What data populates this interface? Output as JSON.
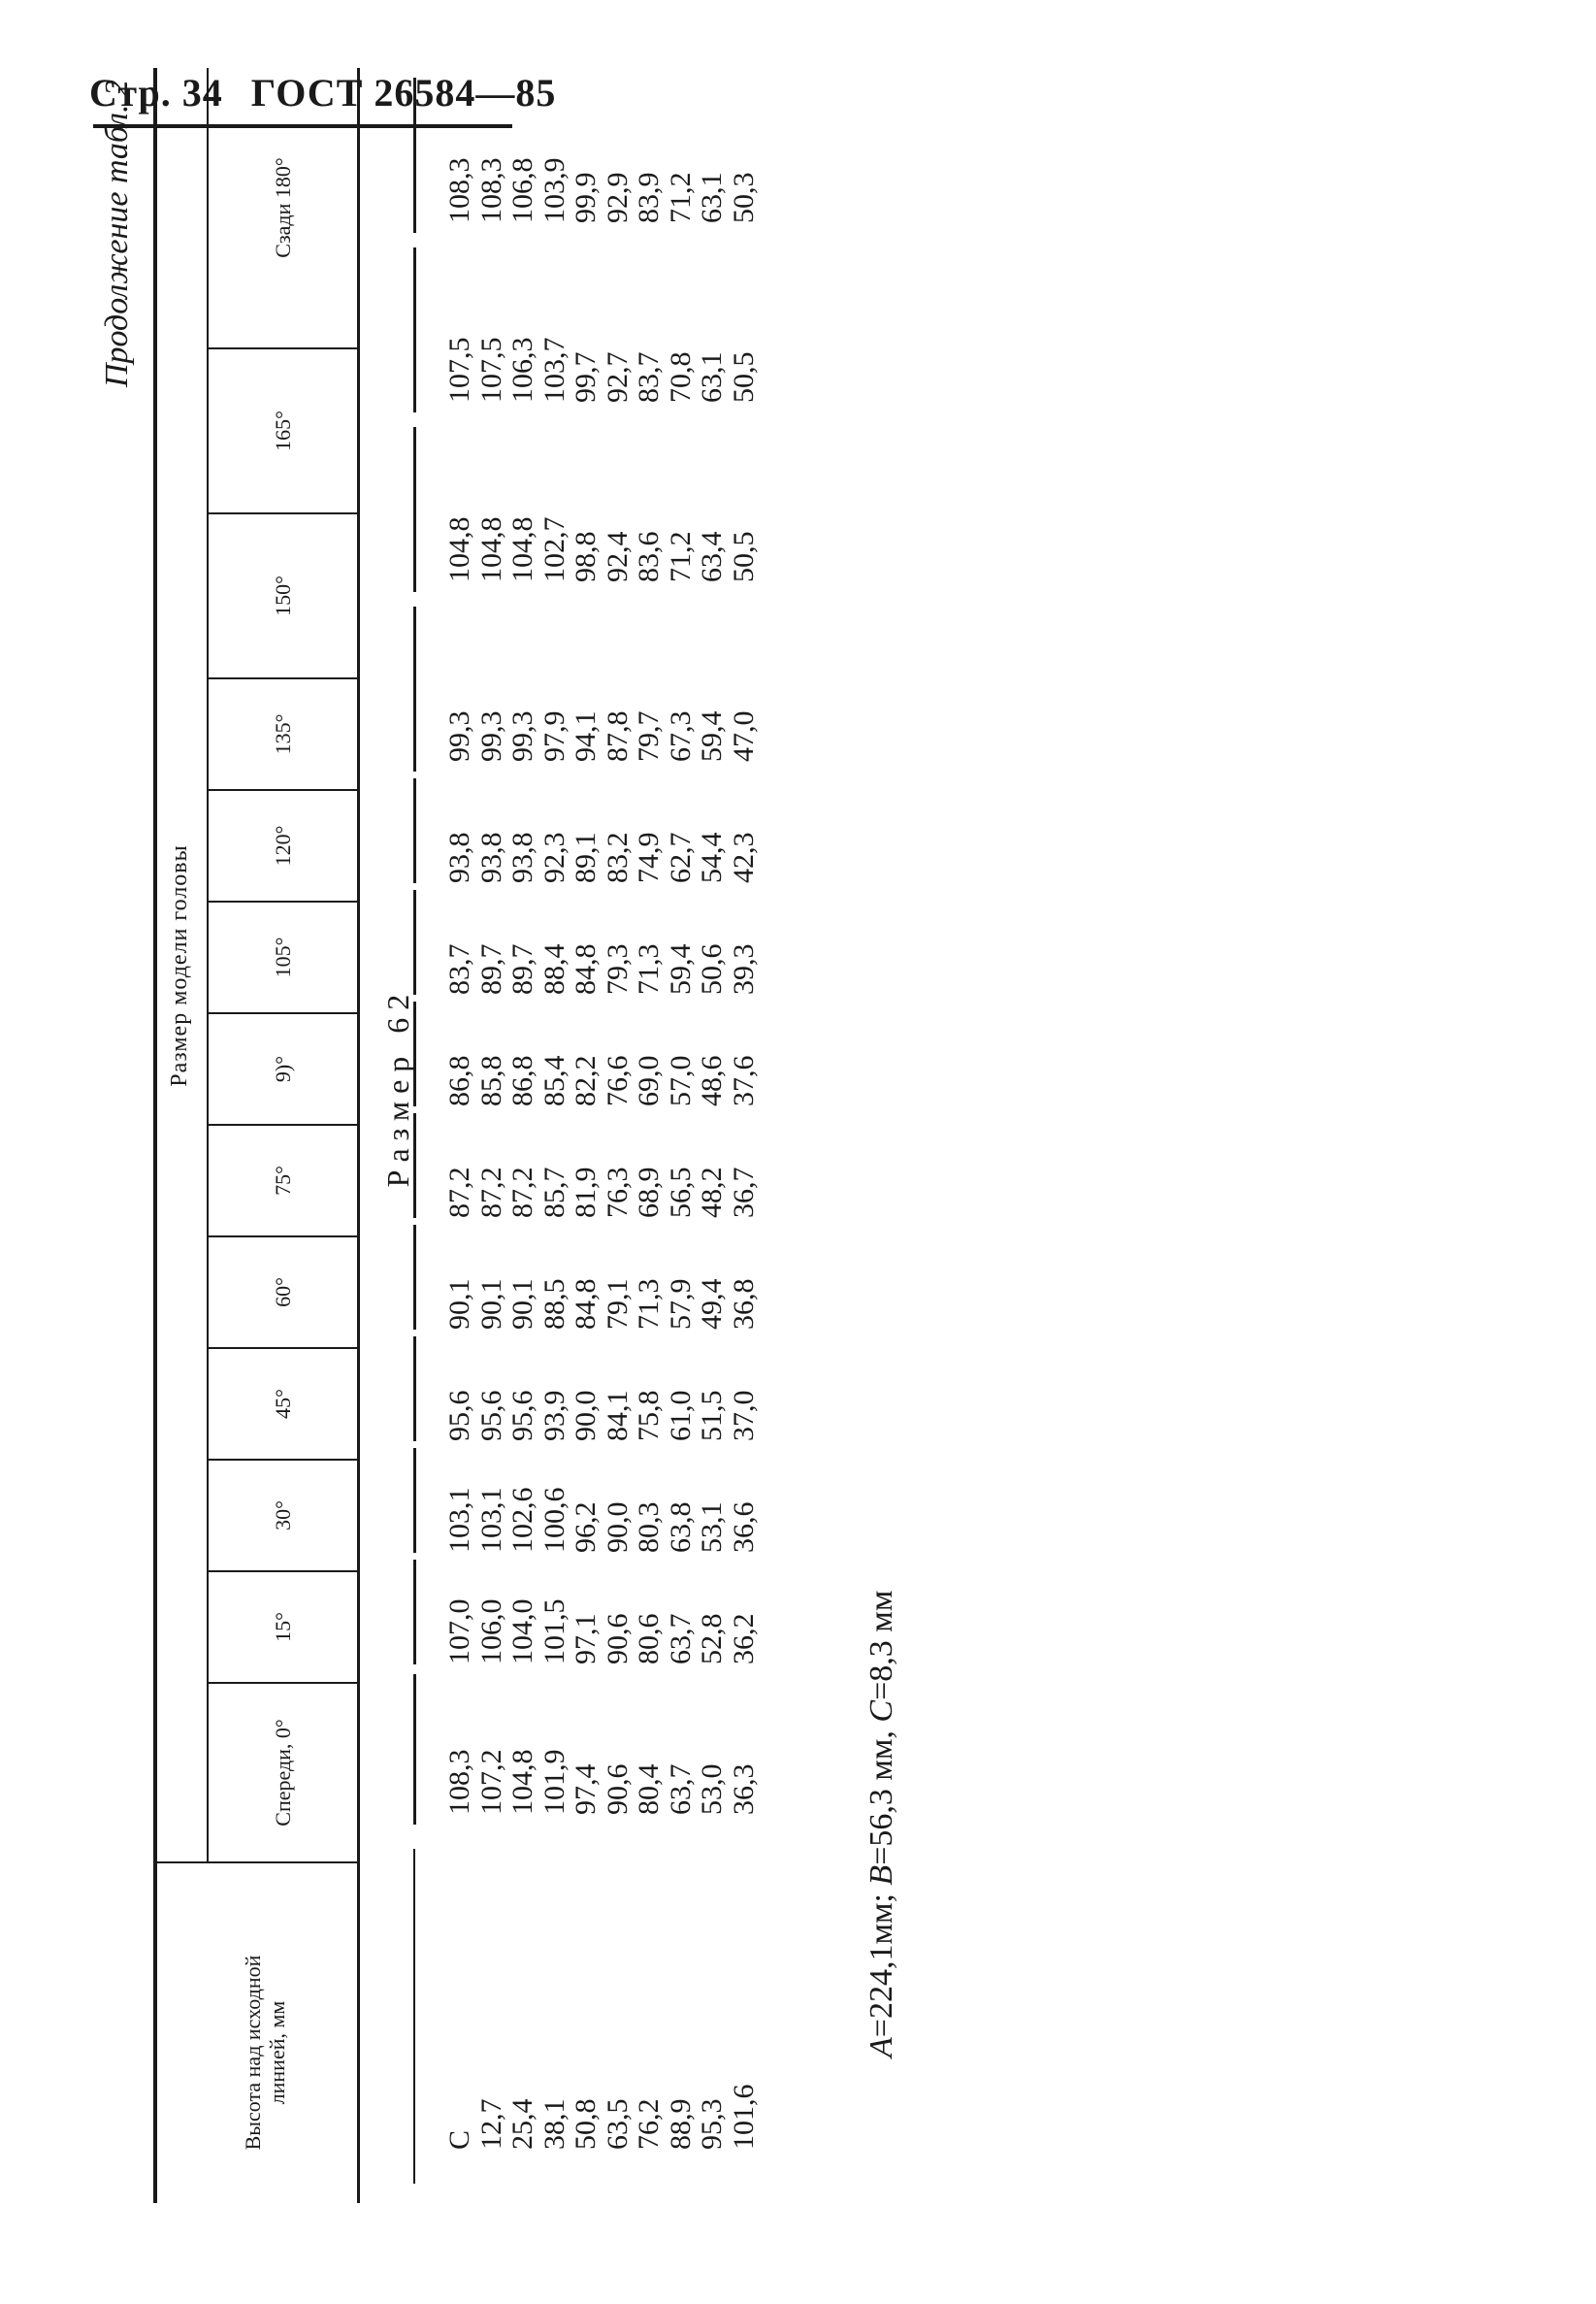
{
  "header": {
    "page_label": "Стр. 34",
    "standard": "ГОСТ 26584—85"
  },
  "caption": "Продолжение табл. 2",
  "table": {
    "first_column_header": "Высота над исходной линией, мм",
    "group_header": "Размер модели головы",
    "columns": [
      "Спереди, 0°",
      "15°",
      "30°",
      "45°",
      "60°",
      "75°",
      "9)°",
      "105°",
      "120°",
      "135°",
      "150°",
      "165°",
      "Сзади 180°"
    ],
    "section_title": "Размер 62",
    "heights": [
      "C",
      "12,7",
      "25,4",
      "38,1",
      "50,8",
      "63,5",
      "76,2",
      "88,9",
      "95,3",
      "101,6"
    ],
    "values": [
      [
        "108,3",
        "107,2",
        "104,8",
        "101,9",
        "97,4",
        "90,6",
        "80,4",
        "63,7",
        "53,0",
        "36,3"
      ],
      [
        "107,0",
        "106,0",
        "104,0",
        "101,5",
        "97,1",
        "90,6",
        "80,6",
        "63,7",
        "52,8",
        "36,2"
      ],
      [
        "103,1",
        "103,1",
        "102,6",
        "100,6",
        "96,2",
        "90,0",
        "80,3",
        "63,8",
        "53,1",
        "36,6"
      ],
      [
        "95,6",
        "95,6",
        "95,6",
        "93,9",
        "90,0",
        "84,1",
        "75,8",
        "61,0",
        "51,5",
        "37,0"
      ],
      [
        "90,1",
        "90,1",
        "90,1",
        "88,5",
        "84,8",
        "79,1",
        "71,3",
        "57,9",
        "49,4",
        "36,8"
      ],
      [
        "87,2",
        "87,2",
        "87,2",
        "85,7",
        "81,9",
        "76,3",
        "68,9",
        "56,5",
        "48,2",
        "36,7"
      ],
      [
        "86,8",
        "85,8",
        "86,8",
        "85,4",
        "82,2",
        "76,6",
        "69,0",
        "57,0",
        "48,6",
        "37,6"
      ],
      [
        "83,7",
        "89,7",
        "89,7",
        "88,4",
        "84,8",
        "79,3",
        "71,3",
        "59,4",
        "50,6",
        "39,3"
      ],
      [
        "93,8",
        "93,8",
        "93,8",
        "92,3",
        "89,1",
        "83,2",
        "74,9",
        "62,7",
        "54,4",
        "42,3"
      ],
      [
        "99,3",
        "99,3",
        "99,3",
        "97,9",
        "94,1",
        "87,8",
        "79,7",
        "67,3",
        "59,4",
        "47,0"
      ],
      [
        "104,8",
        "104,8",
        "104,8",
        "102,7",
        "98,8",
        "92,4",
        "83,6",
        "71,2",
        "63,4",
        "50,5"
      ],
      [
        "107,5",
        "107,5",
        "106,3",
        "103,7",
        "99,7",
        "92,7",
        "83,7",
        "70,8",
        "63,1",
        "50,5"
      ],
      [
        "108,3",
        "108,3",
        "106,8",
        "103,9",
        "99,9",
        "92,9",
        "83,9",
        "71,2",
        "63,1",
        "50,3"
      ]
    ]
  },
  "footnote": {
    "a_label": "A",
    "a_value": "=224,1мм;",
    "b_label": "B",
    "b_value": "=56,3 мм,",
    "c_label": "C",
    "c_value": "=8,3 мм"
  }
}
